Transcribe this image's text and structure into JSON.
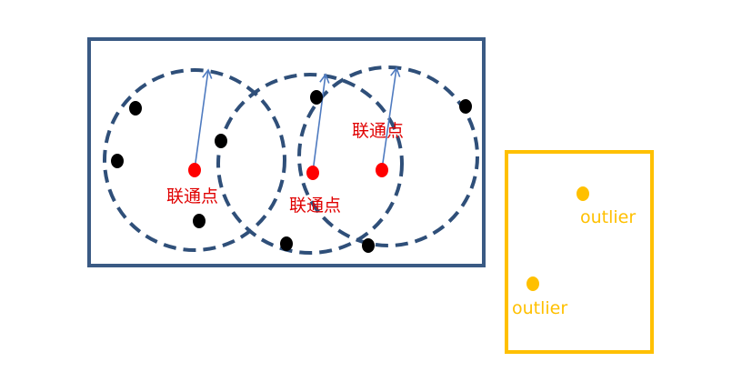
{
  "colors": {
    "cluster_box": "#3A5A84",
    "circle_dash": "#2F4F79",
    "radius_arrow": "#4F7BC0",
    "core_point": "#FF0000",
    "core_label": "#E00000",
    "border_point": "#000000",
    "outlier": "#FFC000"
  },
  "labels": {
    "core_1": "联通点",
    "core_2": "联通点",
    "core_3": "联通点",
    "outlier_1": "outlier",
    "outlier_2": "outlier"
  }
}
